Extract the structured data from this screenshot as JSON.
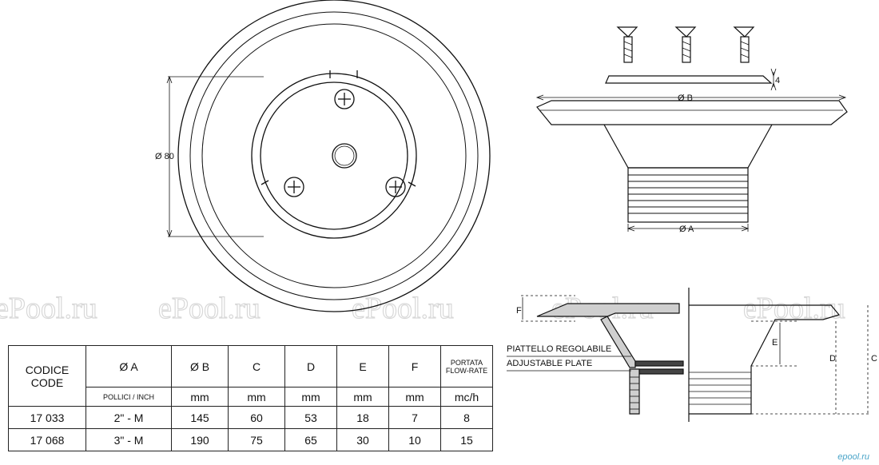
{
  "watermarks": [
    "ePool.ru",
    "ePool.ru",
    "ePool.ru",
    "ePool.ru",
    "ePool.ru"
  ],
  "dimension_labels": {
    "dia80": "Ø 80",
    "diaB": "Ø B",
    "diaA": "Ø A",
    "four": "4",
    "F": "F",
    "E": "E",
    "D": "D",
    "C": "C"
  },
  "callouts": {
    "it": "PIATTELLO REGOLABILE",
    "en": "ADJUSTABLE PLATE"
  },
  "table": {
    "headers": {
      "code": "CODICE CODE",
      "a": "Ø A",
      "b": "Ø B",
      "c": "C",
      "d": "D",
      "e": "E",
      "f": "F",
      "flow_it": "PORTATA",
      "flow_en": "FLOW-RATE"
    },
    "units": {
      "a": "POLLICI / INCH",
      "b": "mm",
      "c": "mm",
      "d": "mm",
      "e": "mm",
      "f": "mm",
      "flow": "mc/h"
    },
    "rows": [
      [
        "17 033",
        "2\" - M",
        "145",
        "60",
        "53",
        "18",
        "7",
        "8"
      ],
      [
        "17 068",
        "3\" - M",
        "190",
        "75",
        "65",
        "30",
        "10",
        "15"
      ]
    ]
  },
  "corner_logo": "epool.ru"
}
